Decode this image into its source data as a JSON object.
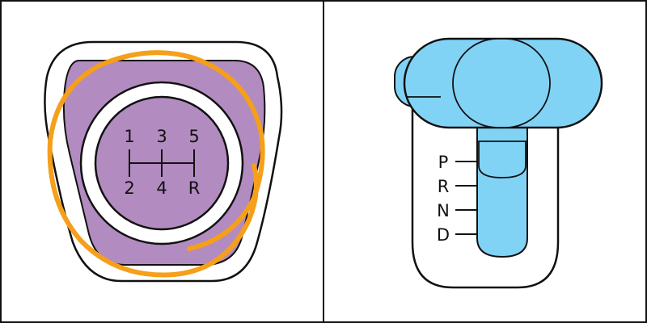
{
  "colors": {
    "background": "#ffffff",
    "outline": "#111111",
    "manual_fill": "#b28bc0",
    "circle_mark": "#f59f1a",
    "auto_fill": "#81d3f5"
  },
  "manual_gearbox": {
    "gears_top": [
      "1",
      "3",
      "5"
    ],
    "gears_bottom": [
      "2",
      "4",
      "R"
    ]
  },
  "automatic_gearbox": {
    "positions": [
      "P",
      "R",
      "N",
      "D"
    ]
  }
}
